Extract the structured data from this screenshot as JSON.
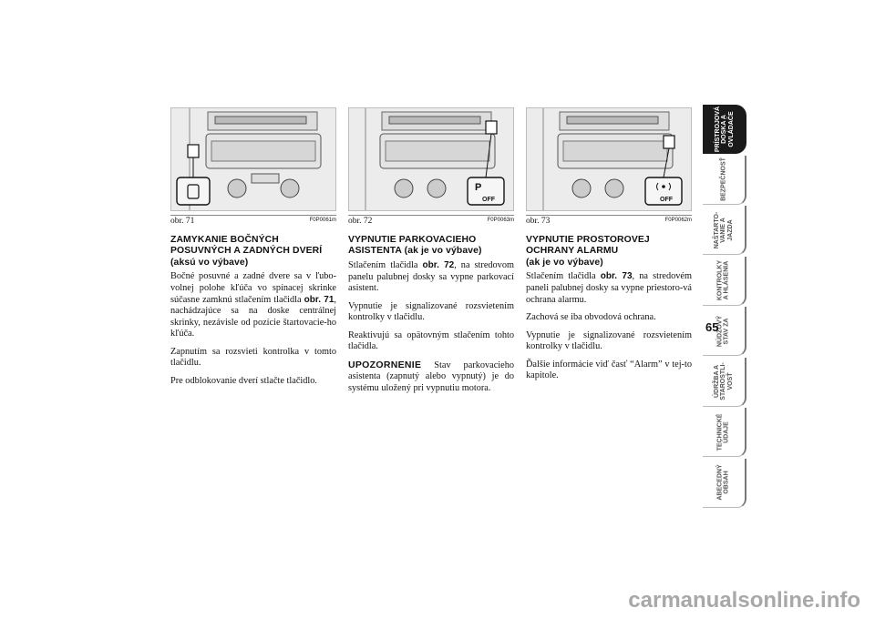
{
  "figures": [
    {
      "label": "obr. 71",
      "code": "F0P0061m"
    },
    {
      "label": "obr. 72",
      "code": "F0P0063m"
    },
    {
      "label": "obr. 73",
      "code": "F0P0062m"
    }
  ],
  "figure_texts": {
    "off": "OFF",
    "p_symbol": "P"
  },
  "col1": {
    "heading": "ZAMYKANIE BOČNÝCH POSUVNÝCH A ZADNÝCH DVERÍ",
    "heading_sub": "(aksú vo výbave)",
    "p1a": "Bočné posuvné a zadné dvere sa v ľubo-volnej polohe kľúča vo spínacej skrinke súčasne zamknú stlačením tlačidla",
    "p1ref": "obr. 71",
    "p1b": ", nachádzajúce sa na doske centrálnej skrinky, nezávisle od pozície štartovacie-ho kľúča.",
    "p2": "Zapnutím sa rozsvieti kontrolka v tomto tlačidlu.",
    "p3": "Pre odblokovanie dverí stlačte tlačidlo."
  },
  "col2": {
    "heading": "VYPNUTIE PARKOVACIEHO ASISTENTA",
    "heading_sub": "(ak je vo výbave)",
    "p1a": "Stlačením tlačidla",
    "p1ref": "obr. 72",
    "p1b": ", na stredovom panelu palubnej dosky sa vypne parkovací asistent.",
    "p2": "Vypnutie je signalizované rozsvietením kontrolky v tlačidlu.",
    "p3": "Reaktivujú sa opätovným stlačením tohto tlačidla.",
    "warn_head": "UPOZORNENIE",
    "warn_text": "Stav parkovacieho asistenta (zapnutý alebo vypnutý) je do systému uložený pri vypnutiu motora."
  },
  "col3": {
    "heading": "VYPNUTIE PROSTOROVEJ OCHRANY ALARMU",
    "heading_sub": "(ak je vo výbave)",
    "p1a": "Stlačením tlačidla",
    "p1ref": "obr. 73",
    "p1b": ", na stredovém paneli palubnej dosky sa vypne priestoro-vá ochrana alarmu.",
    "p2": "Zachová se iba obvodová ochrana.",
    "p3": "Vypnutie je signalizované rozsvietením kontrolky v tlačidlu.",
    "p4": "Ďalšie informácie viď časť “Alarm” v tej-to kapitole."
  },
  "tabs": [
    "PRÍSTROJOVÁ\nDOSKA A\nOVLÁDAČE",
    "BEZPEČNOSŤ",
    "NAŠTARTO-\nVANIE A\nJAZDA",
    "KONTROLKY\nA HLÁSENIA",
    "NÚDZOVÝ\nSTAV ZA",
    "ÚDRŽBA A\nSTAROSTLI-\nVOSŤ",
    "TECHNICKÉ\nÚDAJE",
    "ABECEDNÝ\nOBSAH"
  ],
  "page_number": "65",
  "watermark": "carmanualsonline.info",
  "colors": {
    "active_tab": "#1a1a1a",
    "figure_bg": "#ececec"
  }
}
